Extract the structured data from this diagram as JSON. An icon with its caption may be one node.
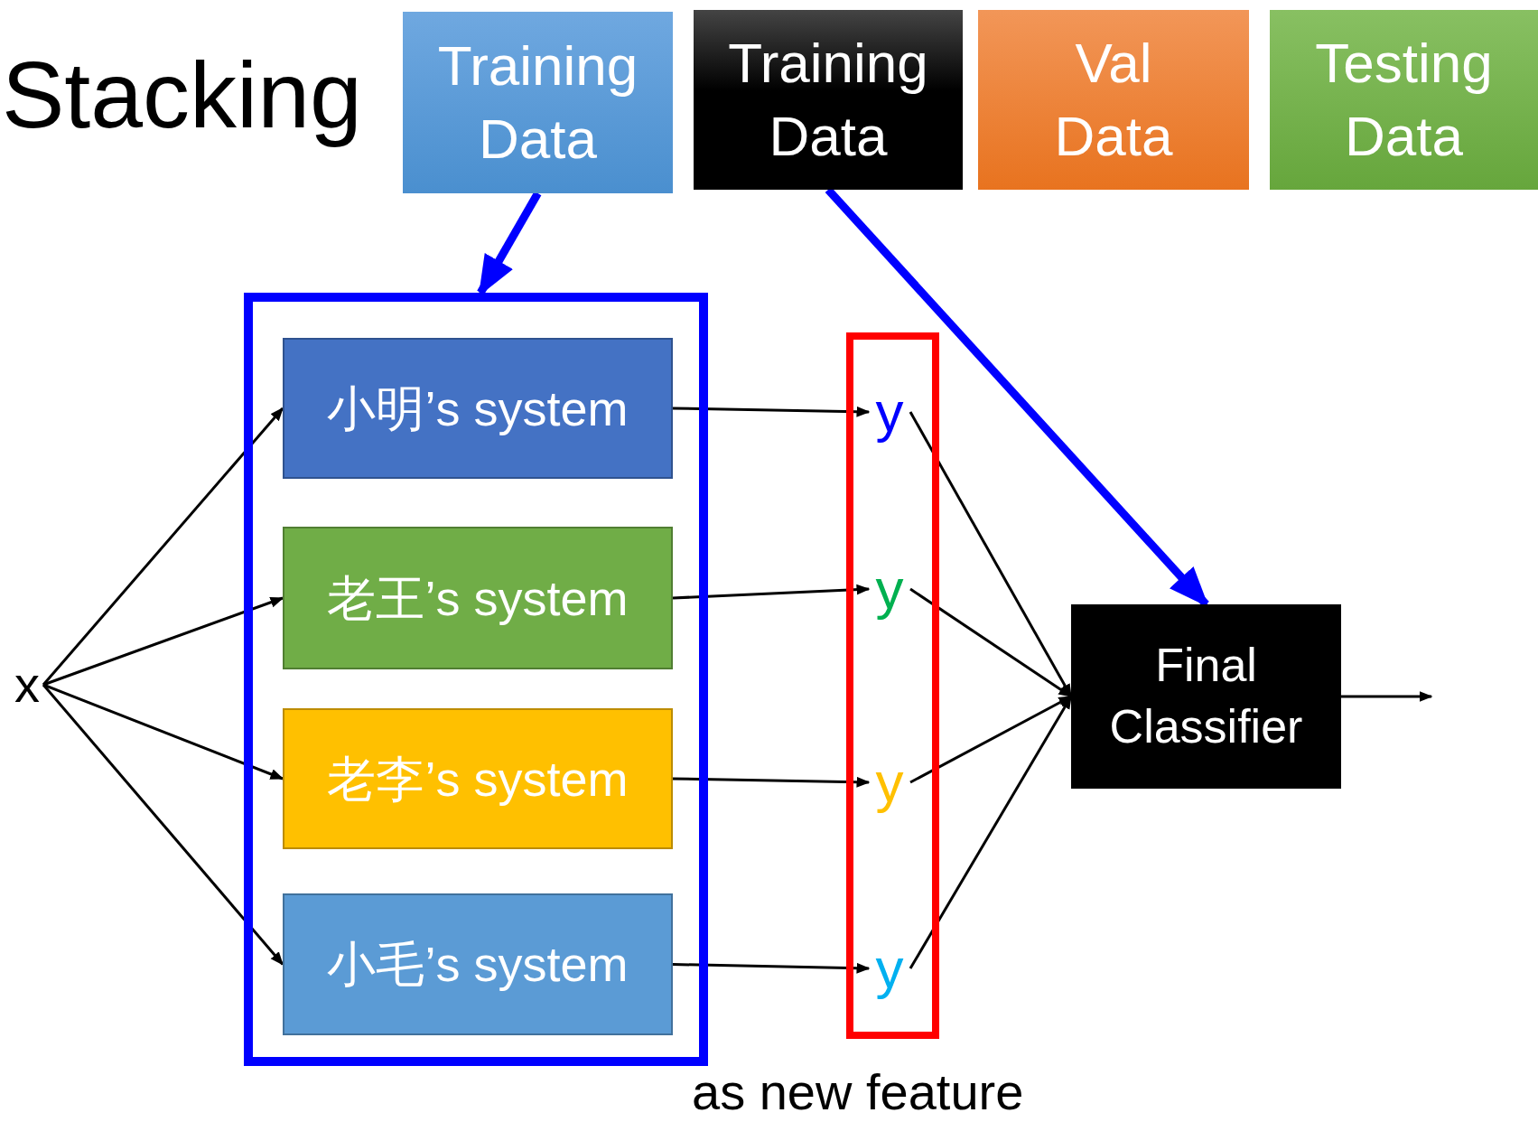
{
  "diagram": {
    "title": "Stacking",
    "nodes": [
      {
        "text": [
          "Training Data"
        ]
      },
      {
        "text": [
          "Training Data"
        ]
      },
      {
        "text": [
          "Val Data"
        ]
      },
      {
        "text": [
          "Testing Data"
        ]
      },
      {
        "text": [],
        "shape": "box"
      },
      {
        "text": [
          "小明’s system"
        ],
        "in": 4
      },
      {
        "text": [
          "老王’s system"
        ],
        "in": 4
      },
      {
        "text": [
          "老李’s system"
        ],
        "in": 4
      },
      {
        "text": [
          "小毛’s system"
        ],
        "in": 4
      },
      {
        "text": [],
        "shape": "box"
      },
      {
        "text": [
          "y"
        ],
        "in": 9
      },
      {
        "text": [
          "y"
        ],
        "in": 9
      },
      {
        "text": [
          "y"
        ],
        "in": 9
      },
      {
        "text": [
          "y"
        ],
        "in": 9
      },
      {
        "text": [
          "Final Classifier"
        ]
      },
      {
        "text": [
          "x"
        ]
      }
    ],
    "edges": [
      {
        "from": 0,
        "to": 4,
        "arrow": "to",
        "style": "thick",
        "color": "#0000ff"
      },
      {
        "from": 1,
        "to": 14,
        "arrow": "to",
        "style": "thick",
        "color": "#0000ff"
      },
      {
        "from": 15,
        "to": 5,
        "arrow": "to"
      },
      {
        "from": 15,
        "to": 6,
        "arrow": "to"
      },
      {
        "from": 15,
        "to": 7,
        "arrow": "to"
      },
      {
        "from": 15,
        "to": 8,
        "arrow": "to"
      },
      {
        "from": 5,
        "to": 10,
        "arrow": "to"
      },
      {
        "from": 6,
        "to": 11,
        "arrow": "to"
      },
      {
        "from": 7,
        "to": 12,
        "arrow": "to"
      },
      {
        "from": 8,
        "to": 13,
        "arrow": "to"
      },
      {
        "from": 10,
        "to": 14,
        "arrow": "to"
      },
      {
        "from": 11,
        "to": 14,
        "arrow": "to"
      },
      {
        "from": 12,
        "to": 14,
        "arrow": "to"
      },
      {
        "from": 13,
        "to": 14,
        "arrow": "to"
      },
      {
        "from": 14,
        "to": null,
        "arrow": "to"
      }
    ],
    "labels": [
      "as new feature"
    ]
  }
}
